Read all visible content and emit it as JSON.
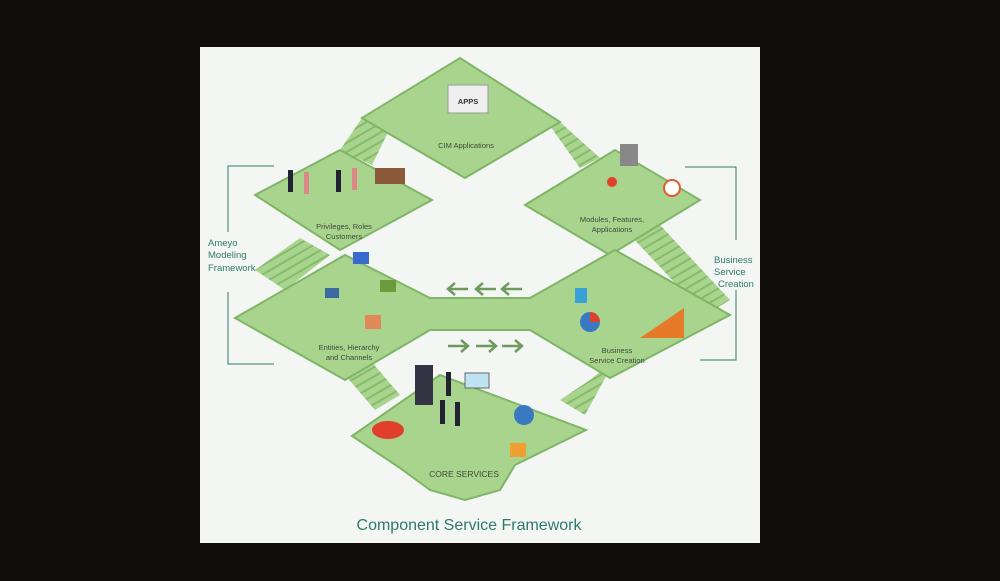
{
  "title": "Component Service Framework",
  "platforms": {
    "cim": "CIM Applications",
    "apps_box": "APPS",
    "privileges": [
      "Privileges, Roles",
      "Customers"
    ],
    "modules": [
      "Modules, Features,",
      "Applications"
    ],
    "entities": [
      "Entities, Hierarchy",
      "and Channels"
    ],
    "business": [
      "Business",
      "Service Creation"
    ],
    "core": "CORE SERVICES"
  },
  "side_labels": {
    "left": [
      "Ameyo",
      "Modeling",
      "Framework"
    ],
    "right": [
      "Business",
      "Service",
      "Creation"
    ]
  },
  "colors": {
    "platform": "#a9d48e",
    "platform_edge": "#7fb566",
    "accent": "#2f7a6a",
    "arrow": "#6f9a5e"
  }
}
